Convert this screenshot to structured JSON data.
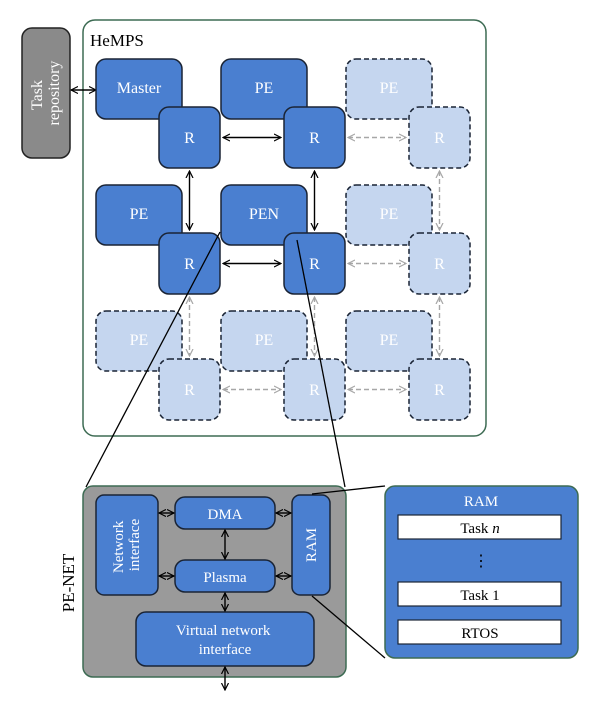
{
  "task_repository_label": "Task repository",
  "hemps_label": "HeMPS",
  "tiles": [
    {
      "pe": "Master",
      "r": "R",
      "style": "solid"
    },
    {
      "pe": "PE",
      "r": "R",
      "style": "solid"
    },
    {
      "pe": "PE",
      "r": "R",
      "style": "faded"
    },
    {
      "pe": "PE",
      "r": "R",
      "style": "solid"
    },
    {
      "pe": "PEN",
      "r": "R",
      "style": "solid"
    },
    {
      "pe": "PE",
      "r": "R",
      "style": "faded"
    },
    {
      "pe": "PE",
      "r": "R",
      "style": "faded"
    },
    {
      "pe": "PE",
      "r": "R",
      "style": "faded"
    },
    {
      "pe": "PE",
      "r": "R",
      "style": "faded"
    }
  ],
  "penet": {
    "label": "PE-NET",
    "network_interface": "Network interface",
    "dma": "DMA",
    "plasma": "Plasma",
    "ram": "RAM",
    "virtual_network_interface": "Virtual network interface"
  },
  "ram_detail": {
    "title": "RAM",
    "task_n_prefix": "Task ",
    "task_n_italic": "n",
    "dots": "⋮",
    "task_1": "Task 1",
    "rtos": "RTOS"
  },
  "colors": {
    "solid_fill": "#4a7fd0",
    "faded_fill": "#c5d6ef",
    "faded_text": "#ffffff",
    "border": "#1a2435",
    "frame_green": "#3d6b53",
    "gray_box": "#9a9a9a",
    "repo_fill": "#8a8a8a",
    "gray_arrow": "#a7a7a7"
  }
}
